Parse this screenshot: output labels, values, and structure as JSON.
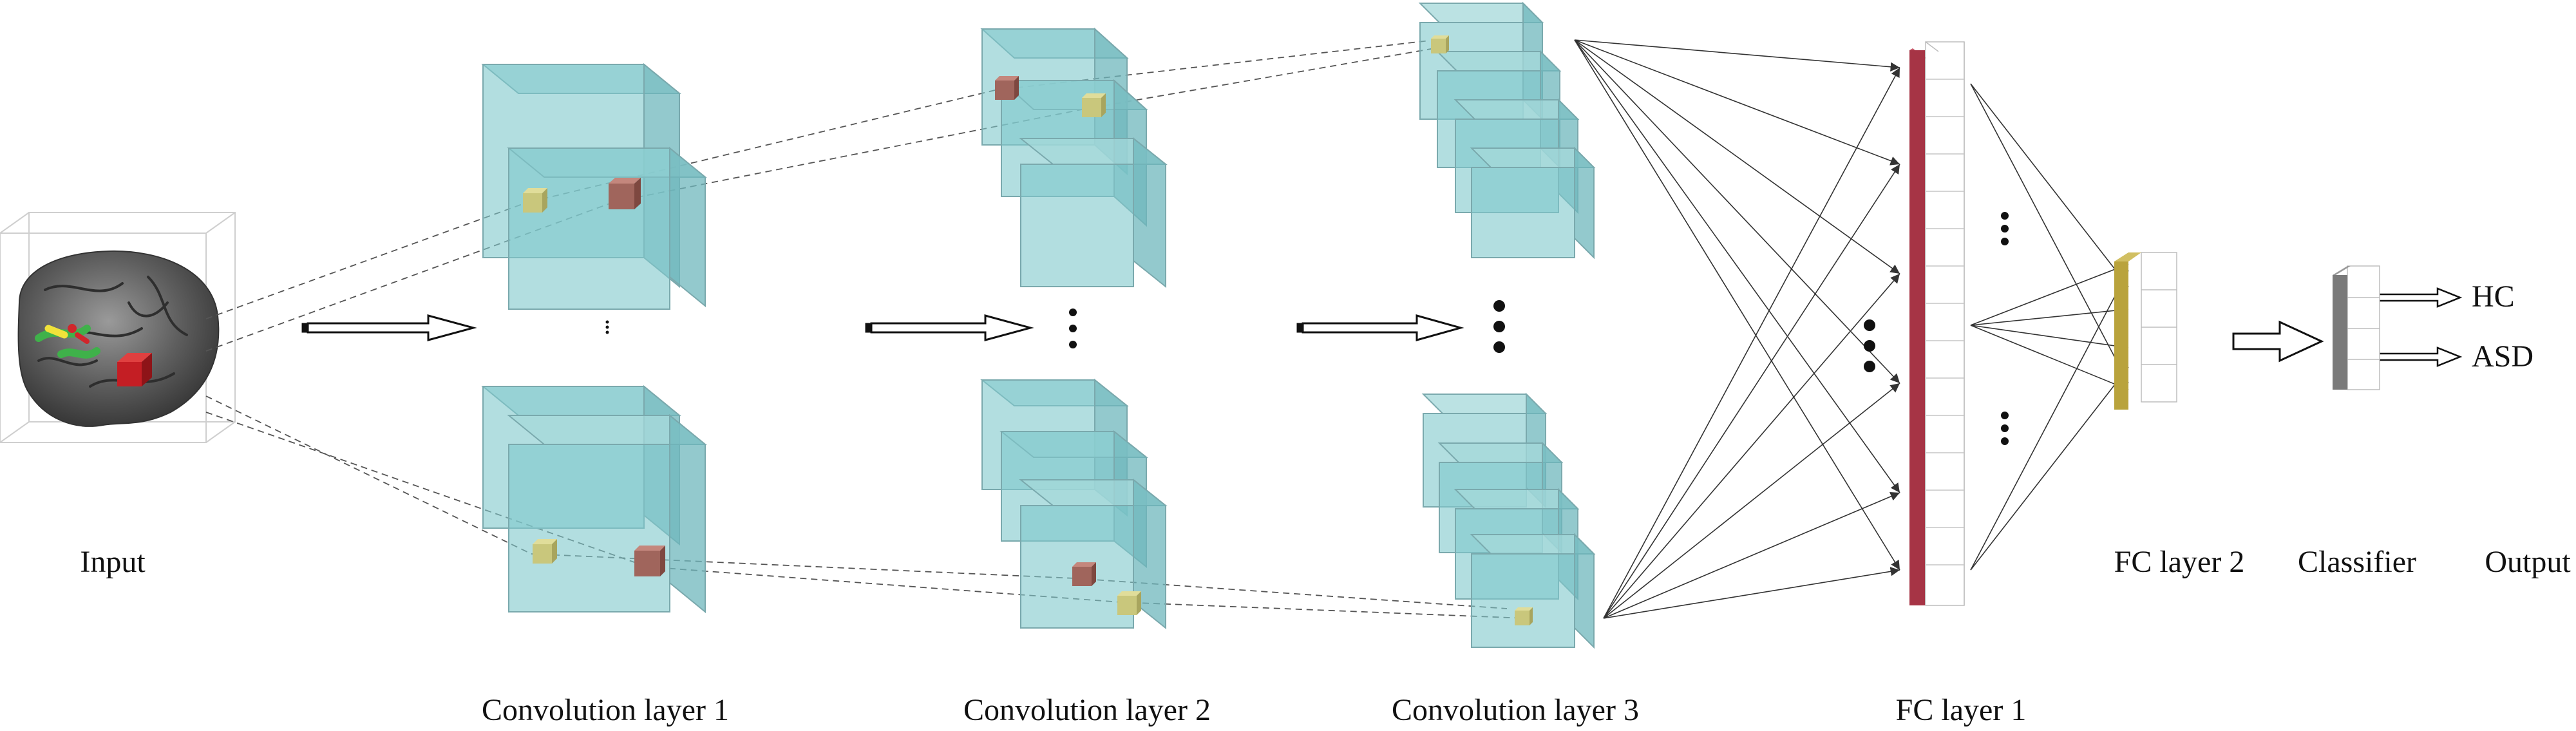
{
  "labels": {
    "input": "Input",
    "conv1": "Convolution layer 1",
    "conv2": "Convolution layer 2",
    "conv3": "Convolution layer 3",
    "fc1": "FC layer 1",
    "fc2": "FC layer 2",
    "classifier": "Classifier",
    "output": "Output"
  },
  "outputs": [
    "HC",
    "ASD"
  ],
  "colors": {
    "feature_map": "#7ec8cc",
    "feature_edge": "#7aa9ad",
    "kernel_red": "#a0655c",
    "kernel_yellow": "#c9c77c",
    "fc1_red": "#a63445",
    "fc2_yellow": "#b9a33c",
    "classifier_gray": "#7a7a7a",
    "brain": "#5a5a5a",
    "brain_region_red": "#d1262b",
    "brain_region_green": "#3fb14a",
    "brain_region_yellow": "#f0e23a"
  },
  "icons": [
    "brain-image",
    "arrow-icon",
    "ellipsis-icon"
  ]
}
